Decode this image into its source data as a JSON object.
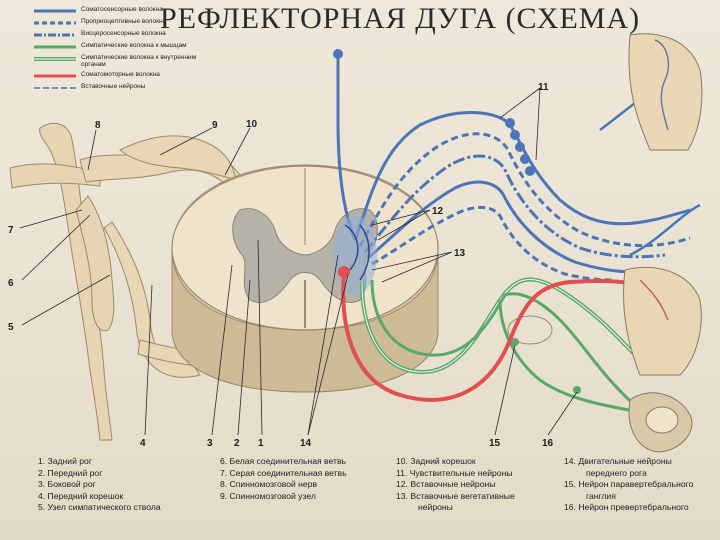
{
  "title": "РЕФЛЕКТОРНАЯ ДУГА (СХЕМА)",
  "legend": [
    {
      "label": "Соматосенсорные волокна",
      "color": "#4a76b8",
      "style": "solid"
    },
    {
      "label": "Проприоцептивные волокна",
      "color": "#4a76b8",
      "style": "dashed"
    },
    {
      "label": "Висцеросенсорные волокна",
      "color": "#4a76b8",
      "style": "dotdash"
    },
    {
      "label": "Симпатические волокна к мышцам",
      "color": "#5aa86a",
      "style": "solid"
    },
    {
      "label": "Симпатические волокна к внутренним органам",
      "color": "#5aa86a",
      "style": "double"
    },
    {
      "label": "Соматомоторные волокна",
      "color": "#e05050",
      "style": "solid"
    },
    {
      "label": "Вставочные нейроны",
      "color": "#4a76b8",
      "style": "dashed-thin"
    }
  ],
  "numbers": [
    "1",
    "2",
    "3",
    "4",
    "5",
    "6",
    "7",
    "8",
    "9",
    "10",
    "11",
    "12",
    "13",
    "14",
    "15",
    "16"
  ],
  "captions": {
    "col1": [
      "1. Задний рог",
      "2. Передний рог",
      "3. Боковой рог",
      "4. Передний корешок",
      "5. Узел симпатического ствола"
    ],
    "col2": [
      "6. Белая соединительная ветвь",
      "7. Серая соединительная ветвь",
      "8. Спинномозговой нерв",
      "9. Спинномозговой узел"
    ],
    "col3": [
      "10. Задний корешок",
      "11. Чувствительные нейроны",
      "12. Вставочные нейроны",
      "13. Вставочные вегетативные",
      "нейроны"
    ],
    "col4": [
      "14. Двигательные нейроны",
      "переднего рога",
      "15. Нейрон паравертебрального",
      "ганглия",
      "16. Нейрон превертебрального"
    ]
  },
  "colors": {
    "somatosensory": "#4a76b8",
    "sympathetic": "#5aa86a",
    "somatomotor": "#e05050",
    "tissue": "#e8d8b8",
    "gray_matter": "#b6b2a8"
  }
}
